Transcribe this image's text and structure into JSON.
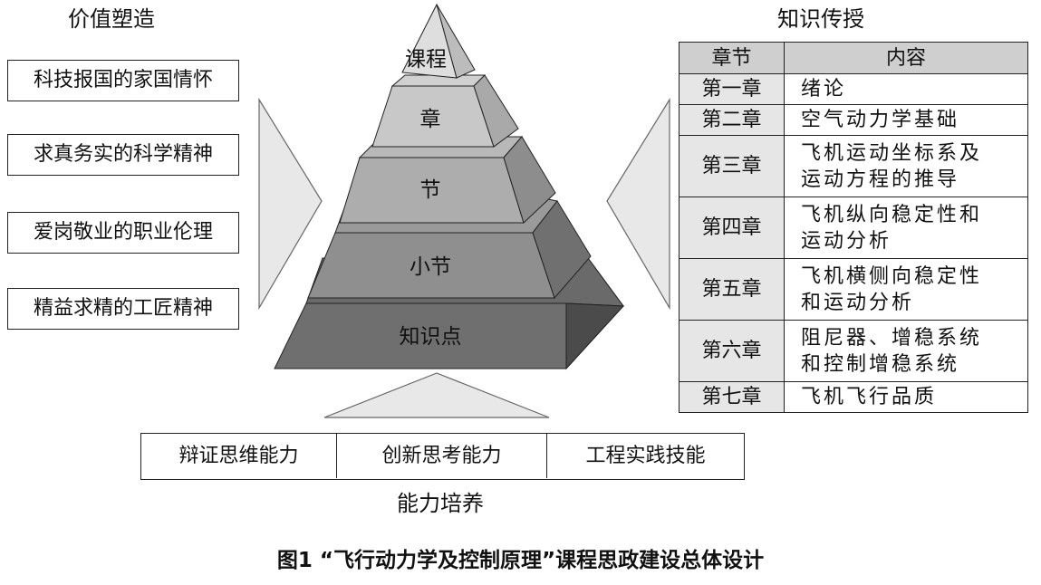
{
  "headings": {
    "values": "价值塑造",
    "knowledge": "知识传授",
    "ability": "能力培养"
  },
  "values_items": [
    "科技报国的家国情怀",
    "求真务实的科学精神",
    "爱岗敬业的职业伦理",
    "精益求精的工匠精神"
  ],
  "pyramid_levels": [
    "课程",
    "章",
    "节",
    "小节",
    "知识点"
  ],
  "knowledge_table": {
    "headers": [
      "章节",
      "内容"
    ],
    "rows": [
      {
        "chapter": "第一章",
        "content": [
          "绪论"
        ]
      },
      {
        "chapter": "第二章",
        "content": [
          "空气动力学基础"
        ]
      },
      {
        "chapter": "第三章",
        "content": [
          "飞机运动坐标系及",
          "运动方程的推导"
        ]
      },
      {
        "chapter": "第四章",
        "content": [
          "飞机纵向稳定性和",
          "运动分析"
        ]
      },
      {
        "chapter": "第五章",
        "content": [
          "飞机横侧向稳定性",
          "和运动分析"
        ]
      },
      {
        "chapter": "第六章",
        "content": [
          "阻尼器、增稳系统",
          "和控制增稳系统"
        ]
      },
      {
        "chapter": "第七章",
        "content": [
          "飞机飞行品质"
        ]
      }
    ]
  },
  "ability_items": [
    "辩证思维能力",
    "创新思考能力",
    "工程实践技能"
  ],
  "caption": "图1 “飞行动力学及控制原理”课程思政建设总体设计"
}
